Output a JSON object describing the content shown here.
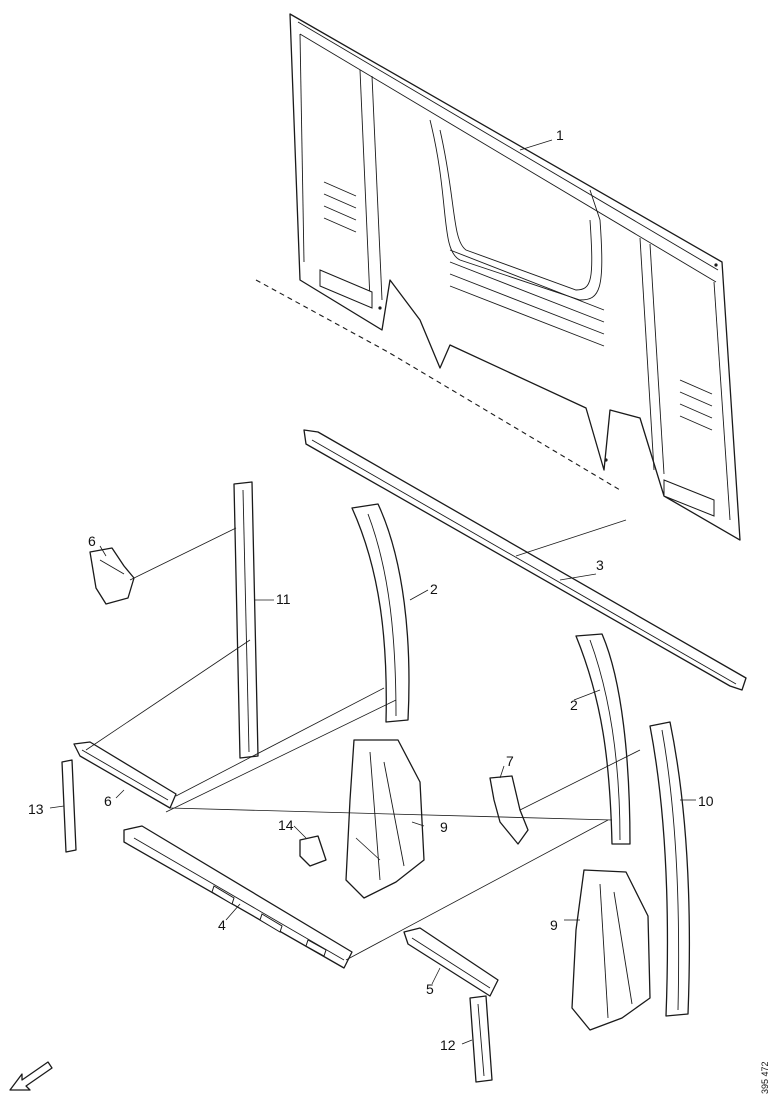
{
  "diagram": {
    "callouts": {
      "c1": "1",
      "c2a": "2",
      "c2b": "2",
      "c3": "3",
      "c4": "4",
      "c5": "5",
      "c6a": "6",
      "c6b": "6",
      "c7": "7",
      "c9a": "9",
      "c9b": "9",
      "c10": "10",
      "c11": "11",
      "c12": "12",
      "c13": "13",
      "c14": "14"
    },
    "reference_code": "395 472"
  },
  "colors": {
    "line": "#1a1a1a",
    "background": "#ffffff"
  },
  "icons": {
    "direction": "arrow-icon"
  }
}
